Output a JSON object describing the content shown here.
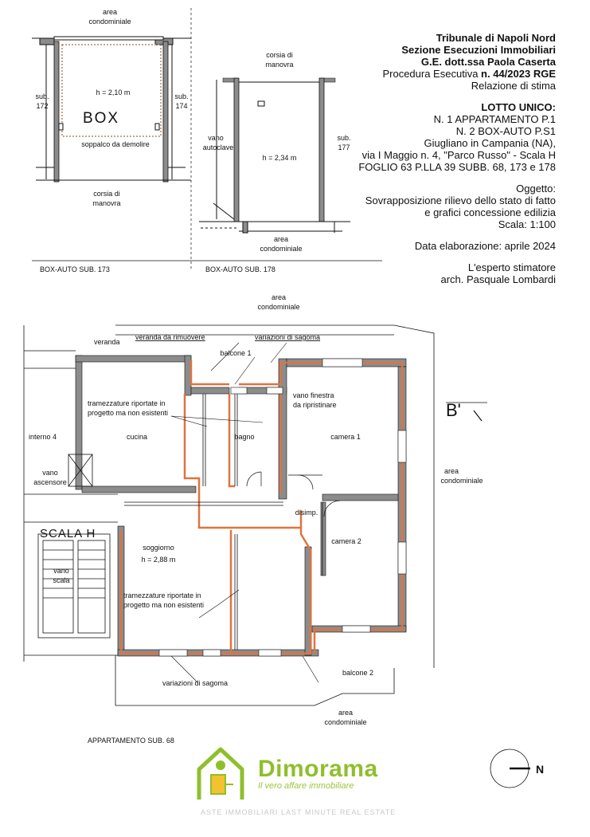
{
  "header": {
    "court": "Tribunale di Napoli Nord",
    "section": "Sezione Esecuzioni Immobiliari",
    "judge": "G.E. dott.ssa Paola Caserta",
    "procedure_prefix": "Procedura Esecutiva ",
    "procedure_number": "n. 44/2023 RGE",
    "report": "Relazione di stima",
    "lot_title": "LOTTO UNICO:",
    "lot_line1": "N. 1 APPARTAMENTO P.1",
    "lot_line2": "N. 2 BOX-AUTO P.S1",
    "lot_line3": "Giugliano in Campania (NA),",
    "lot_line4": "via I Maggio n. 4, \"Parco Russo\" - Scala H",
    "lot_line5": "FOGLIO 63 P.LLA 39 SUBB. 68, 173 e 178",
    "subject_title": "Oggetto:",
    "subject_line1": "Sovrapposizione rilievo dello stato di fatto",
    "subject_line2": "e grafici concessione edilizia",
    "scale": "Scala:  1:100",
    "date": "Data elaborazione: aprile 2024",
    "expert_title": "L'esperto stimatore",
    "expert_name": "arch.  Pasquale Lombardi"
  },
  "box173": {
    "area_top_1": "area",
    "area_top_2": "condominiale",
    "sub_left_1": "sub.",
    "sub_left_2": "172",
    "sub_right_1": "sub.",
    "sub_right_2": "174",
    "height": "h = 2,10 m",
    "box_label": "BOX",
    "soppalco": "soppalco da demolire",
    "corsia_1": "corsia di",
    "corsia_2": "manovra",
    "caption": "BOX-AUTO SUB. 173"
  },
  "box178": {
    "corsia_1": "corsia di",
    "corsia_2": "manovra",
    "vano_1": "vano",
    "vano_2": "autoclave",
    "sub_1": "sub.",
    "sub_2": "177",
    "height": "h = 2,34 m",
    "area_1": "area",
    "area_2": "condominiale",
    "caption": "BOX-AUTO SUB. 178"
  },
  "apartment": {
    "area_top_1": "area",
    "area_top_2": "condominiale",
    "veranda": "veranda",
    "veranda_remove": "veranda da rimuovere",
    "variazioni_top": "variazioni di sagoma",
    "balcone1": "balcone 1",
    "vano_finestra_1": "vano finestra",
    "vano_finestra_2": "da ripristinare",
    "section_mark": "B'",
    "tram_top_1": "tramezzature riportate in",
    "tram_top_2": "progetto ma non esistenti",
    "interno4": "interno 4",
    "cucina": "cucina",
    "bagno": "bagno",
    "camera1": "camera 1",
    "area_right_1": "area",
    "area_right_2": "condominiale",
    "vano_asc_1": "vano",
    "vano_asc_2": "ascensore",
    "disimp": "disimp.",
    "scala": "SCALA H",
    "soggiorno": "soggiorno",
    "soggiorno_h": "h = 2,88 m",
    "camera2": "camera 2",
    "vano_scala_1": "vano",
    "vano_scala_2": "scala",
    "tram_bot_1": "tramezzature riportate in",
    "tram_bot_2": "progetto ma non esistenti",
    "balcone2": "balcone 2",
    "variazioni_bot": "variazioni di sagoma",
    "area_bot_1": "area",
    "area_bot_2": "condominiale",
    "caption": "APPARTAMENTO SUB. 68"
  },
  "north": "N",
  "logo": {
    "brand": "Dimorama",
    "tagline": "Il vero affare immobiliare",
    "subline": "ASTE IMMOBILIARI  LAST MINUTE  REAL ESTATE",
    "colors": {
      "green": "#8fbf2c",
      "yellow": "#f2c230"
    }
  },
  "colors": {
    "wall": "#8c8c8c",
    "overlay": "#e0733f",
    "ink": "#111111"
  }
}
